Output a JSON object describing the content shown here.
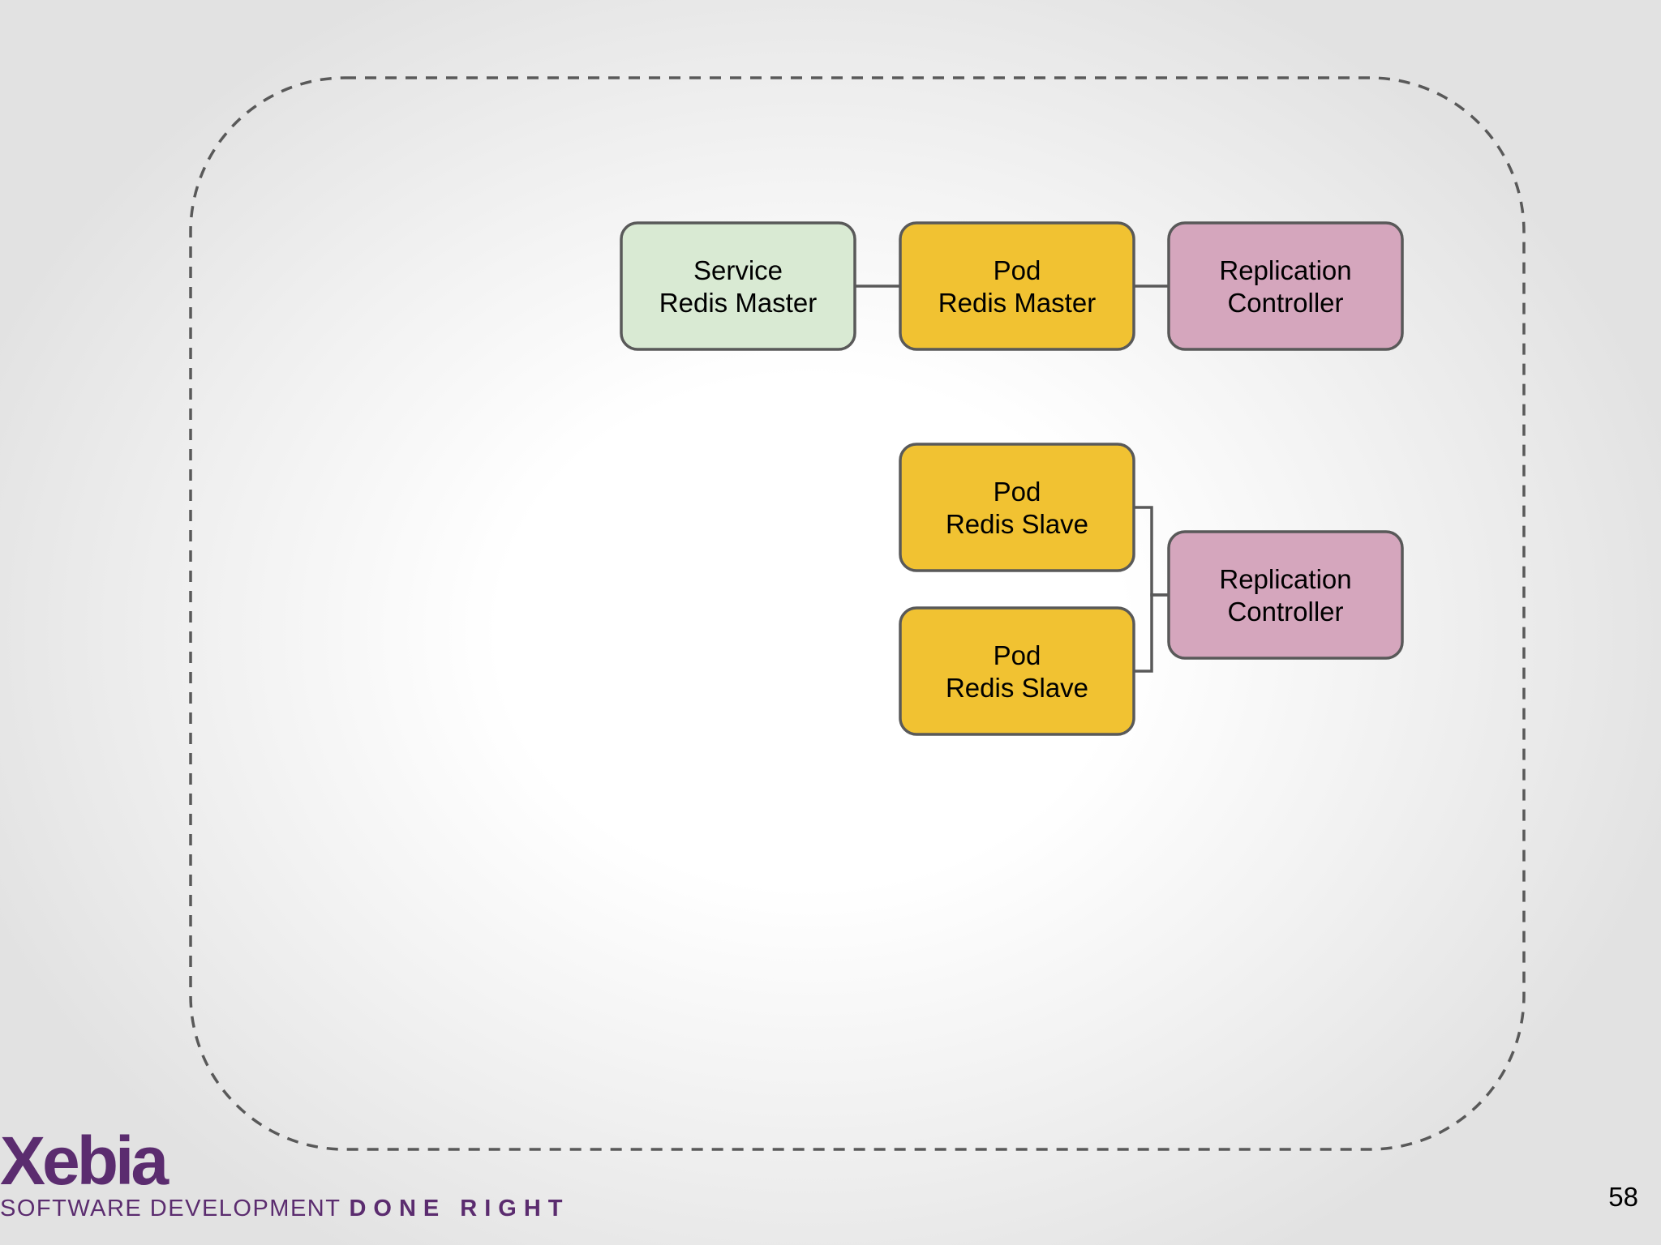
{
  "colors": {
    "service": "#d9ead3",
    "pod": "#f1c232",
    "controller": "#d5a6bd",
    "border": "#595959",
    "dashed": "#595959",
    "brand": "#5b2c6f"
  },
  "diagram": {
    "nodes": [
      {
        "id": "service-master",
        "type": "service",
        "lines": [
          "Service",
          "Redis Master"
        ]
      },
      {
        "id": "pod-master",
        "type": "pod",
        "lines": [
          "Pod",
          "Redis Master"
        ]
      },
      {
        "id": "rc-master",
        "type": "controller",
        "lines": [
          "Replication",
          "Controller"
        ]
      },
      {
        "id": "pod-slave-1",
        "type": "pod",
        "lines": [
          "Pod",
          "Redis Slave"
        ]
      },
      {
        "id": "pod-slave-2",
        "type": "pod",
        "lines": [
          "Pod",
          "Redis Slave"
        ]
      },
      {
        "id": "rc-slave",
        "type": "controller",
        "lines": [
          "Replication",
          "Controller"
        ]
      }
    ],
    "edges": [
      {
        "from": "service-master",
        "to": "pod-master"
      },
      {
        "from": "pod-master",
        "to": "rc-master"
      },
      {
        "from": "pod-slave-1",
        "to": "rc-slave"
      },
      {
        "from": "pod-slave-2",
        "to": "rc-slave"
      }
    ]
  },
  "logo": {
    "wordmark": "Xebia",
    "tagline_light": "SOFTWARE DEVELOPMENT",
    "tagline_bold": "DONE RIGHT"
  },
  "page_number": "58"
}
